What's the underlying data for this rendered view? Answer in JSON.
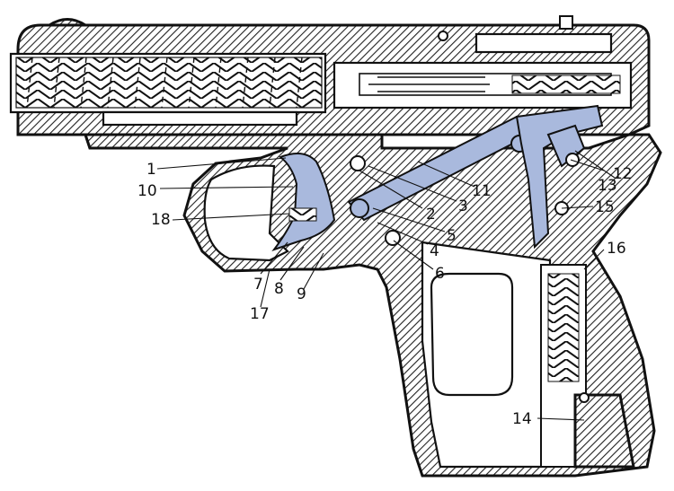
{
  "figure": {
    "part_numbers": [
      {
        "id": "p1",
        "text": "1"
      },
      {
        "id": "p2",
        "text": "2"
      },
      {
        "id": "p3",
        "text": "3"
      },
      {
        "id": "p4",
        "text": "4"
      },
      {
        "id": "p5",
        "text": "5"
      },
      {
        "id": "p6",
        "text": "6"
      },
      {
        "id": "p7",
        "text": "7"
      },
      {
        "id": "p8",
        "text": "8"
      },
      {
        "id": "p9",
        "text": "9"
      },
      {
        "id": "p10",
        "text": "10"
      },
      {
        "id": "p11",
        "text": "11"
      },
      {
        "id": "p12",
        "text": "12"
      },
      {
        "id": "p13",
        "text": "13"
      },
      {
        "id": "p14",
        "text": "14"
      },
      {
        "id": "p15",
        "text": "15"
      },
      {
        "id": "p16",
        "text": "16"
      },
      {
        "id": "p17",
        "text": "17"
      },
      {
        "id": "p18",
        "text": "18"
      }
    ],
    "colors": {
      "highlight": "#a9b9dd",
      "ink": "#111111",
      "paper": "#ffffff"
    }
  }
}
